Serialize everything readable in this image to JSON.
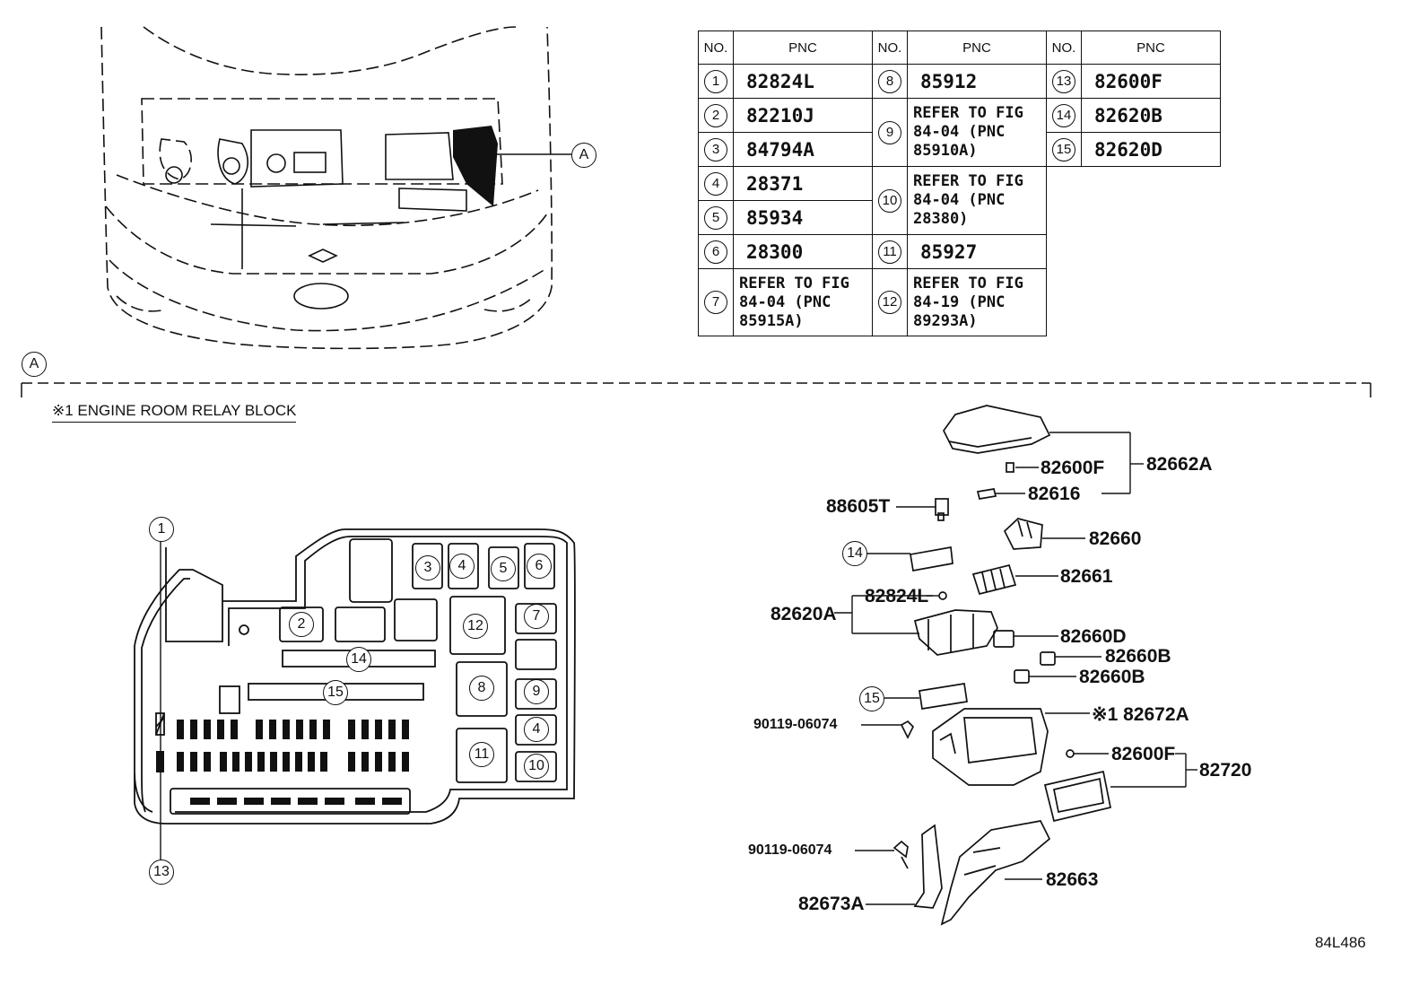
{
  "table": {
    "headers": [
      "NO.",
      "PNC",
      "NO.",
      "PNC",
      "NO.",
      "PNC"
    ],
    "items": {
      "1": "82824L",
      "2": "82210J",
      "3": "84794A",
      "4": "28371",
      "5": "85934",
      "6": "28300",
      "7": "REFER TO FIG 84-04 (PNC 85915A)",
      "8": "85912",
      "9": "REFER TO FIG 84-04 (PNC 85910A)",
      "10": "REFER TO FIG 84-04 (PNC 28380)",
      "11": "85927",
      "12": "REFER TO FIG 84-19 (PNC 89293A)",
      "13": "82600F",
      "14": "82620B",
      "15": "82620D"
    }
  },
  "section_marker": "A",
  "relay_block_title": "※1 ENGINE ROOM RELAY BLOCK",
  "callouts": {
    "c82662A": "82662A",
    "c82600F_top": "82600F",
    "c82616": "82616",
    "c88605T": "88605T",
    "c82660": "82660",
    "c82661": "82661",
    "c82824L": "82824L",
    "c82620A": "82620A",
    "c82660D": "82660D",
    "c82660B_1": "82660B",
    "c82660B_2": "82660B",
    "c90119_1": "90119-06074",
    "c82672A": "※1 82672A",
    "c82600F_bot": "82600F",
    "c82720": "82720",
    "c90119_2": "90119-06074",
    "c82663": "82663",
    "c82673A": "82673A"
  },
  "figure_id": "84L486"
}
